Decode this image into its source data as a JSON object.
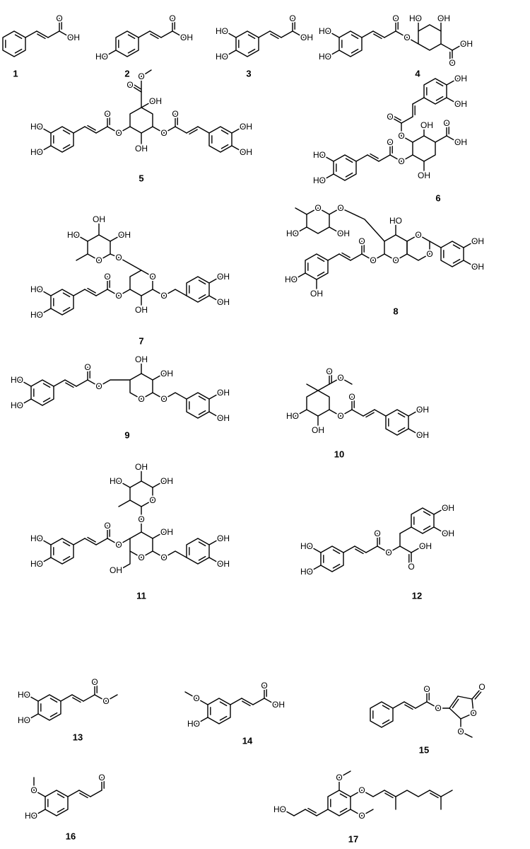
{
  "compounds": [
    {
      "number": "1",
      "labels": [
        "O",
        "OH"
      ]
    },
    {
      "number": "2",
      "labels": [
        "O",
        "OH",
        "HO"
      ]
    },
    {
      "number": "3",
      "labels": [
        "HO",
        "HO",
        "O",
        "OH"
      ]
    },
    {
      "number": "4",
      "labels": [
        "HO",
        "HO",
        "O",
        "O",
        "HO",
        "OH",
        "O",
        "OH"
      ]
    },
    {
      "number": "5",
      "labels": [
        "O",
        "O",
        "OH",
        "HO",
        "HO",
        "O",
        "O",
        "O",
        "O",
        "OH",
        "OH",
        "OH"
      ]
    },
    {
      "number": "6",
      "labels": [
        "OH",
        "OH",
        "O",
        "O",
        "OH",
        "O",
        "OH",
        "HO",
        "HO",
        "O",
        "O",
        "OH"
      ]
    },
    {
      "number": "7",
      "labels": [
        "OH",
        "OH",
        "HO",
        "O",
        "O",
        "O",
        "O",
        "OH",
        "OH",
        "O",
        "O",
        "HO",
        "HO",
        "OH"
      ]
    },
    {
      "number": "8",
      "labels": [
        "O",
        "O",
        "HO",
        "OH",
        "HO",
        "O",
        "O",
        "O",
        "O",
        "O",
        "HO",
        "OH",
        "OH",
        "OH"
      ]
    },
    {
      "number": "9",
      "labels": [
        "HO",
        "HO",
        "O",
        "O",
        "OH",
        "OH",
        "O",
        "O",
        "OH",
        "OH"
      ]
    },
    {
      "number": "10",
      "labels": [
        "O",
        "O",
        "HO",
        "OH",
        "O",
        "O",
        "OH",
        "OH"
      ]
    },
    {
      "number": "11",
      "labels": [
        "OH",
        "OH",
        "HO",
        "O",
        "O",
        "OH",
        "O",
        "O",
        "OH",
        "OH",
        "O",
        "O",
        "HO",
        "HO",
        "OH"
      ]
    },
    {
      "number": "12",
      "labels": [
        "OH",
        "OH",
        "HO",
        "HO",
        "O",
        "O",
        "O",
        "OH"
      ]
    },
    {
      "number": "13",
      "labels": [
        "HO",
        "HO",
        "O",
        "O"
      ]
    },
    {
      "number": "14",
      "labels": [
        "O",
        "HO",
        "O",
        "OH"
      ]
    },
    {
      "number": "15",
      "labels": [
        "O",
        "O",
        "O",
        "O",
        "O"
      ]
    },
    {
      "number": "16",
      "labels": [
        "O",
        "HO",
        "O"
      ]
    },
    {
      "number": "17",
      "labels": [
        "O",
        "O",
        "O",
        "HO"
      ]
    }
  ]
}
